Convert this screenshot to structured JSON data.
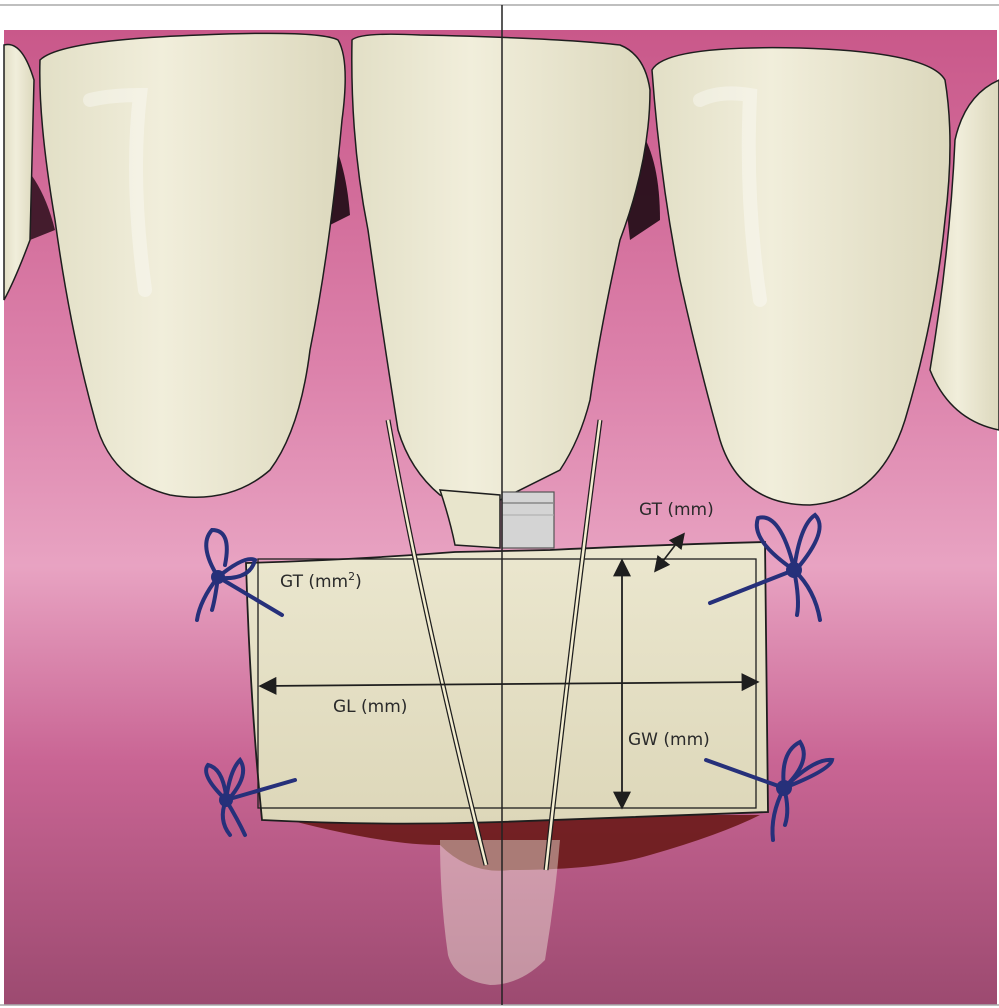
{
  "labels": {
    "gt_mm": "GT (mm)",
    "gt_area_base": "GT (mm",
    "gt_area_sup": "2",
    "gt_area_close": ")",
    "gl": "GL (mm)",
    "gw": "GW (mm)"
  },
  "colors": {
    "gingiva": "#d97aa6",
    "gingiva_deep": "#b8577e",
    "tooth": "#ece9d3",
    "graft": "#e8e3c7",
    "suture": "#26307a",
    "outline": "#1e1e1e",
    "wound": "#6a1a18"
  }
}
